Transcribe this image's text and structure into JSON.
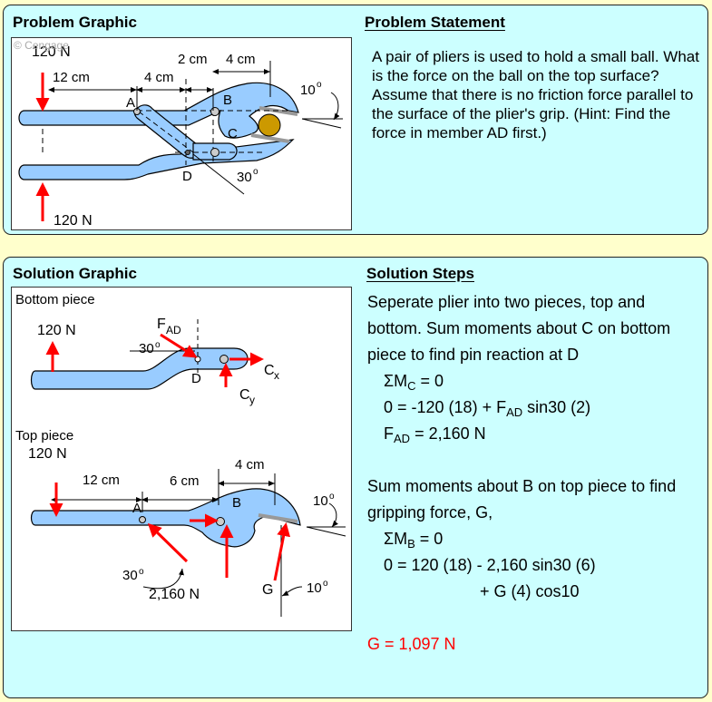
{
  "problem": {
    "graphic_title": "Problem Graphic",
    "statement_title": "Problem Statement",
    "statement": "A pair of pliers is used to hold a small ball. What is the force on the ball on the top surface? Assume that there is no friction force parallel to the surface of the plier's grip. (Hint: Find the force in member AD first.)",
    "watermark": "© Cengage",
    "labels": {
      "force_top": "120 N",
      "force_bottom": "120 N",
      "dim_12": "12 cm",
      "dim_4a": "4 cm",
      "dim_2": "2 cm",
      "dim_4b": "4 cm",
      "pt_A": "A",
      "pt_B": "B",
      "pt_C": "C",
      "pt_D": "D",
      "angle_30": "30",
      "angle_10": "10",
      "deg": "o"
    }
  },
  "solution": {
    "graphic_title": "Solution Graphic",
    "steps_title": "Solution Steps",
    "bottom_piece": {
      "title": "Bottom piece",
      "force": "120 N",
      "fad": "F",
      "fad_sub": "AD",
      "angle": "30",
      "pt_D": "D",
      "cx": "C",
      "cx_sub": "x",
      "cy": "C",
      "cy_sub": "y"
    },
    "top_piece": {
      "title": "Top piece",
      "force": "120 N",
      "dim_12": "12 cm",
      "dim_6": "6 cm",
      "dim_4": "4 cm",
      "pt_A": "A",
      "pt_B": "B",
      "angle_30": "30",
      "angle_10a": "10",
      "angle_10b": "10",
      "fad_value": "2,160 N",
      "g": "G"
    },
    "steps": {
      "intro": "Seperate plier into two pieces, top and bottom. Sum moments about C on bottom piece to find pin reaction at D",
      "eq1_a": "ΣM",
      "eq1_sub": "C",
      "eq1_b": " = 0",
      "eq2_a": "0 = -120 (18) + F",
      "eq2_sub": "AD",
      "eq2_b": " sin30 (2)",
      "eq3_a": "F",
      "eq3_sub": "AD",
      "eq3_b": " = 2,160 N",
      "intro2": "Sum moments about B on top piece to find gripping force, G,",
      "eq4_a": "ΣM",
      "eq4_sub": "B",
      "eq4_b": " = 0",
      "eq5": "0 = 120 (18) - 2,160 sin30 (6)",
      "eq6": "+ G (4) cos10",
      "result": "G = 1,097 N"
    }
  },
  "colors": {
    "page_bg": "#ffffcc",
    "panel_bg": "#ccffff",
    "plier_fill": "#99ccff",
    "force_arrow": "#ff0000",
    "ball": "#cc9900",
    "grip": "#999999",
    "result": "#ff0000"
  }
}
